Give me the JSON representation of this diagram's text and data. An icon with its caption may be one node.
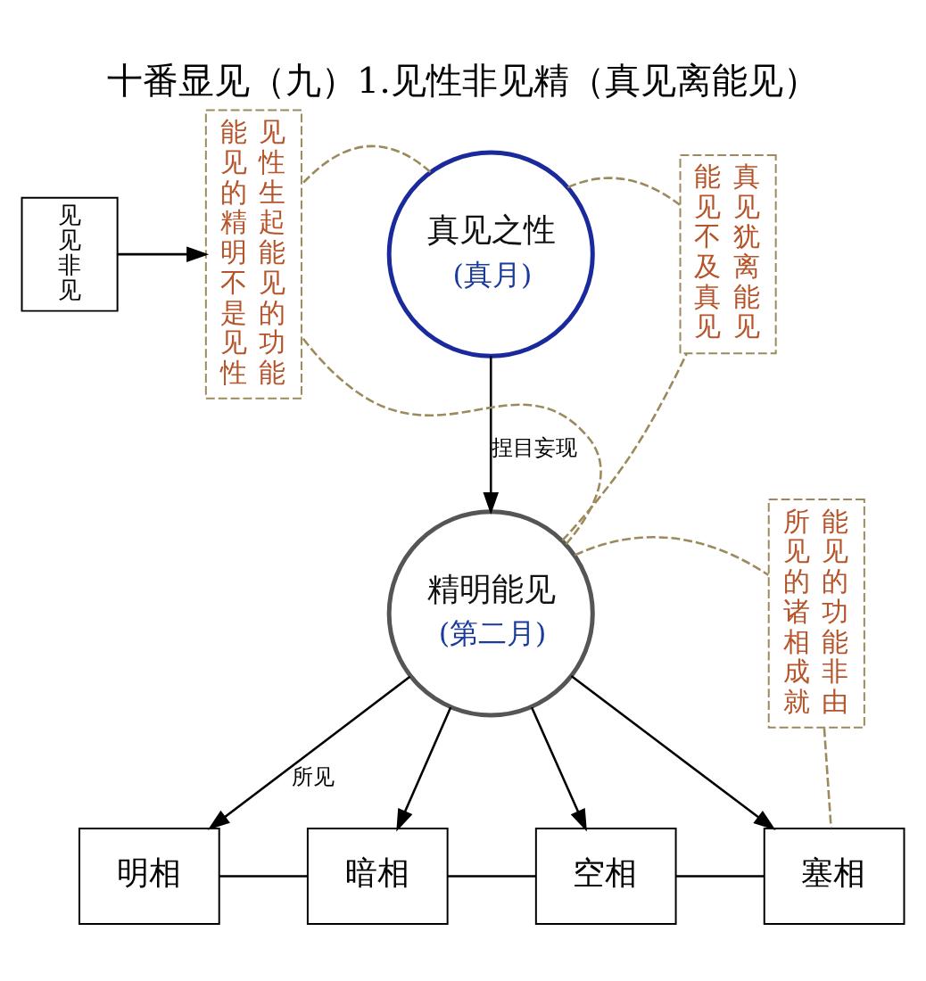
{
  "diagram": {
    "title": "十番显见（九）1.见性非见精（真见离能见）",
    "nodes": [
      {
        "text": [
          "真见之性",
          "(真月)"
        ]
      },
      {
        "text": [
          "精明能见",
          "(第二月)"
        ]
      },
      {
        "text": [
          "见见非见"
        ]
      },
      {
        "text": [
          "能见的精明不是见性",
          "见性生起能见的功能"
        ]
      },
      {
        "text": [
          "能见不及真见",
          "真见犹离能见"
        ]
      },
      {
        "text": [
          "所见的诸相成就",
          "能见的功能非由"
        ]
      },
      {
        "text": [
          "明相"
        ]
      },
      {
        "text": [
          "暗相"
        ]
      },
      {
        "text": [
          "空相"
        ]
      },
      {
        "text": [
          "塞相"
        ]
      }
    ],
    "edges": [
      {
        "from": 0,
        "to": 1,
        "arrow": "to",
        "label": "捏目妄现"
      },
      {
        "from": 1,
        "to": 6,
        "arrow": "to",
        "label": "所见"
      },
      {
        "from": 1,
        "to": 7,
        "arrow": "to"
      },
      {
        "from": 1,
        "to": 8,
        "arrow": "to"
      },
      {
        "from": 1,
        "to": 9,
        "arrow": "to"
      },
      {
        "from": 6,
        "to": 7,
        "arrow": "none"
      },
      {
        "from": 7,
        "to": 8,
        "arrow": "none"
      },
      {
        "from": 8,
        "to": 9,
        "arrow": "none"
      },
      {
        "from": 2,
        "to": 3,
        "arrow": "to"
      },
      {
        "from": 0,
        "to": 3,
        "arrow": "none",
        "style": "dashed",
        "color": "#9c8a5c"
      },
      {
        "from": 1,
        "to": 3,
        "arrow": "none",
        "style": "dashed",
        "color": "#9c8a5c"
      },
      {
        "from": 0,
        "to": 4,
        "arrow": "none",
        "style": "dashed",
        "color": "#9c8a5c"
      },
      {
        "from": 1,
        "to": 4,
        "arrow": "none",
        "style": "dashed",
        "color": "#9c8a5c"
      },
      {
        "from": 1,
        "to": 5,
        "arrow": "none",
        "style": "dashed",
        "color": "#9c8a5c"
      },
      {
        "from": 5,
        "to": 9,
        "arrow": "none",
        "style": "dashed",
        "color": "#9c8a5c"
      }
    ]
  }
}
